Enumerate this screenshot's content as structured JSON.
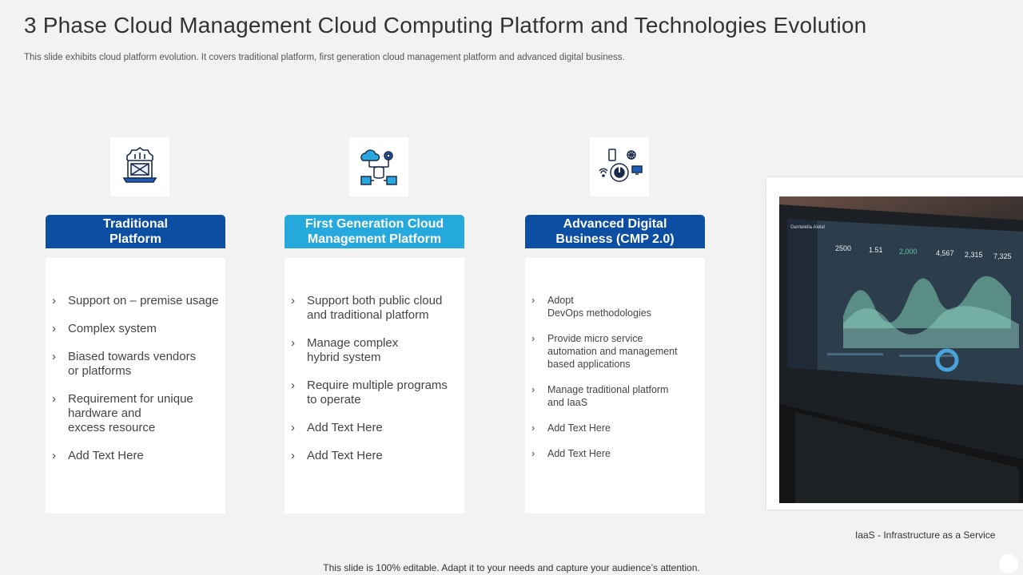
{
  "slide": {
    "title": "3 Phase Cloud Management Cloud Computing Platform and Technologies Evolution",
    "subtitle": "This slide exhibits cloud platform evolution. It covers traditional platform, first generation cloud management platform and advanced digital business.",
    "footer": "This slide is 100% editable. Adapt it to your needs and capture your audience’s attention.",
    "caption": "IaaS - Infrastructure as a Service"
  },
  "colors": {
    "dark_blue": "#0b4ea2",
    "light_blue": "#26a9dc",
    "background": "#f2f2f2"
  },
  "columns": [
    {
      "header": "Traditional\nPlatform",
      "icon": "computer-circuit-icon",
      "bullets": [
        "Support on – premise usage",
        "Complex system",
        "Biased towards vendors\n or platforms",
        "Requirement for unique\nhardware and\n excess resource",
        "Add Text Here"
      ]
    },
    {
      "header": "First Generation Cloud\nManagement Platform",
      "icon": "cloud-network-icon",
      "bullets": [
        "Support both public cloud\nand traditional platform",
        "Manage complex\n hybrid system",
        "Require multiple programs\nto operate",
        "Add Text Here",
        "Add Text Here"
      ]
    },
    {
      "header": "Advanced Digital\nBusiness (CMP 2.0)",
      "icon": "power-devices-icon",
      "bullets": [
        "Adopt\nDevOps  methodologies",
        "Provide  micro service\nautomation and management\nbased applications",
        "Manage traditional platform\nand IaaS",
        "Add Text Here",
        "Add Text Here"
      ]
    }
  ],
  "photo": {
    "dashboard_title": "Gentelella Alela!",
    "stats": [
      "2500",
      "1.51",
      "2,000",
      "4,567",
      "2,315",
      "7,325"
    ]
  }
}
